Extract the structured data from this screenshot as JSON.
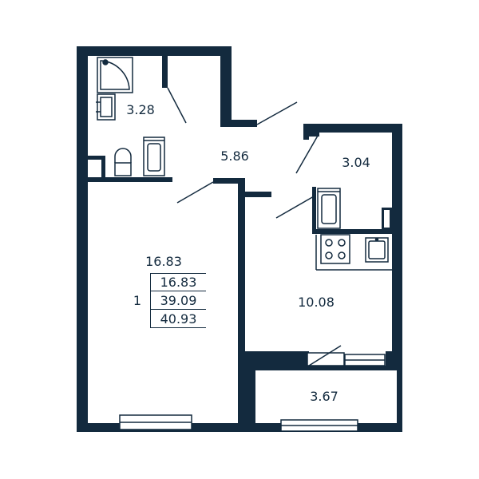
{
  "colors": {
    "wall": "#132a3e",
    "background": "#ffffff"
  },
  "rooms": {
    "bathroom": "3.28",
    "hall": "5.86",
    "storage": "3.04",
    "living_room": "16.83",
    "kitchen": "10.08",
    "balcony": "3.67"
  },
  "summary": {
    "room_count": "1",
    "living_area": "16.83",
    "total_area": "39.09",
    "total_area_with_balcony": "40.93"
  }
}
